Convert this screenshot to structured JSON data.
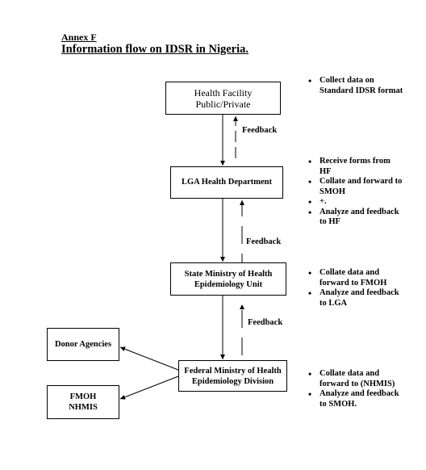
{
  "heading": {
    "annex": "Annex F",
    "title": "Information flow on IDSR  in Nigeria."
  },
  "boxes": {
    "health_facility": [
      "Health Facility",
      "Public/Private"
    ],
    "lga": [
      "LGA Health Department"
    ],
    "smoh": [
      "State Ministry of Health",
      "Epidemiology Unit"
    ],
    "fmoh": [
      "Federal Ministry of Health",
      "Epidemiology Division"
    ],
    "donor": [
      "Donor Agencies"
    ],
    "nhmis": [
      "FMOH",
      "NHMIS"
    ]
  },
  "feedback_labels": [
    "Feedback",
    "Feedback",
    "Feedback"
  ],
  "bullets": {
    "health_facility": [
      "Collect data on Standard IDSR format"
    ],
    "lga": [
      "Receive forms from HF",
      "Collate and forward to SMOH",
      "+.",
      "Analyze and feedback to HF"
    ],
    "smoh": [
      "Collate data and forward to FMOH",
      "Analyze and feedback to LGA"
    ],
    "fmoh": [
      "Collate data and forward to (NHMIS)",
      "Analyze and feedback to SMOH."
    ]
  }
}
